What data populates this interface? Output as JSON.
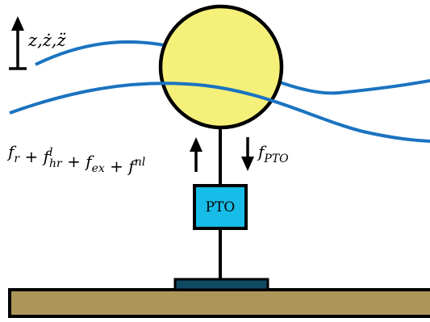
{
  "labels": {
    "motion": "z,ż,z̈",
    "pto_box": "PTO"
  },
  "forces": {
    "upward": {
      "parts": [
        {
          "base": "f",
          "sub": "r",
          "sup": ""
        },
        {
          "op": " + "
        },
        {
          "base": "f",
          "sub": "hr",
          "sup": "l"
        },
        {
          "op": " + "
        },
        {
          "base": "f",
          "sub": "ex",
          "sup": ""
        },
        {
          "op": " + "
        },
        {
          "base": "f",
          "sub": "",
          "sup": "nl"
        }
      ]
    },
    "downward": {
      "base": "f",
      "sub": "PTO"
    }
  },
  "colors": {
    "buoy_fill": "#f5f07a",
    "wave_stroke": "#1a73c0",
    "pto_fill": "#17bde8",
    "base_plate_fill": "#0f4a63",
    "seabed_fill": "#ad955a",
    "outline": "#000000"
  },
  "icons": {
    "motion_arrow": "up-arrow-icon",
    "force_up_arrow": "up-arrow-icon",
    "force_down_arrow": "down-arrow-icon"
  }
}
